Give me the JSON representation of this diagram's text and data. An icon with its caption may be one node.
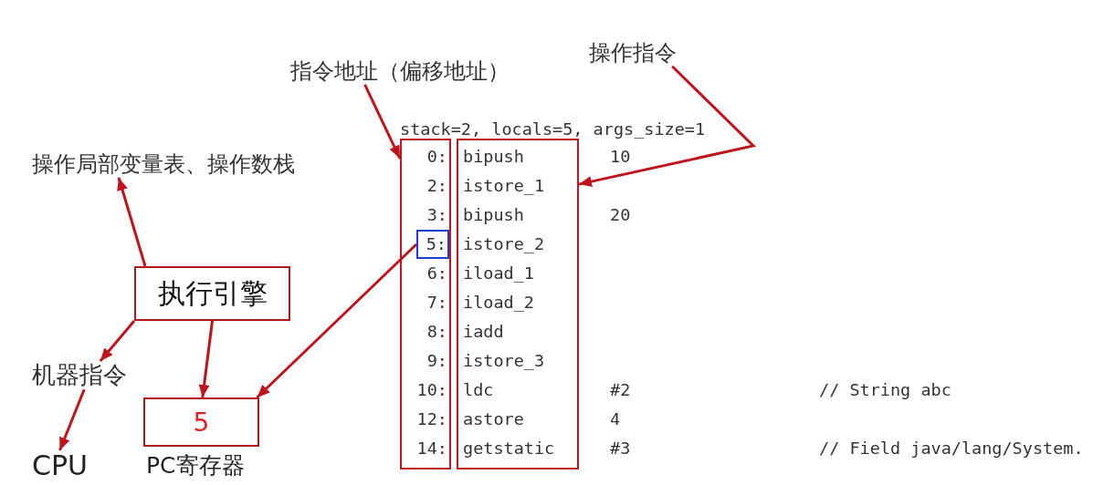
{
  "diagram": {
    "nodes": [
      {
        "text": [
          "操作指令"
        ]
      },
      {
        "text": [
          "指令地址（偏移地址）"
        ]
      },
      {
        "text": [
          "操作局部变量表、操作数栈"
        ]
      },
      {
        "text": [
          "0:",
          "2:",
          "3:",
          "6:",
          "7:",
          "8:",
          "9:",
          "10:",
          "12:",
          "14:"
        ]
      },
      {
        "text": [
          "5:"
        ],
        "in": 3
      },
      {
        "text": [
          "bipush",
          "istore_1",
          "bipush",
          "istore_2",
          "iload_1",
          "iload_2",
          "iadd",
          "istore_3",
          "ldc",
          "astore",
          "getstatic"
        ]
      },
      {
        "text": [
          "执行引擎"
        ]
      },
      {
        "text": [
          "机器指令"
        ]
      },
      {
        "text": [
          "5"
        ],
        "beside": [
          "PC寄存器"
        ]
      },
      {
        "text": [
          "CPU"
        ]
      }
    ],
    "edges": [
      {
        "from": 1,
        "to": 3,
        "arrow": "to"
      },
      {
        "from": 0,
        "to": 5,
        "arrow": "to"
      },
      {
        "from": 6,
        "to": 2,
        "arrow": "to"
      },
      {
        "from": 6,
        "to": 7,
        "arrow": "to"
      },
      {
        "from": 7,
        "to": 9,
        "arrow": "to"
      },
      {
        "from": 6,
        "to": 8,
        "arrow": "to"
      },
      {
        "from": 4,
        "to": 8,
        "arrow": "to"
      }
    ],
    "labels": [
      "stack=2, locals=5, args_size=1",
      "10",
      "20",
      "#2",
      "// String abc",
      "4",
      "#3",
      "// Field java/lang/System."
    ]
  }
}
